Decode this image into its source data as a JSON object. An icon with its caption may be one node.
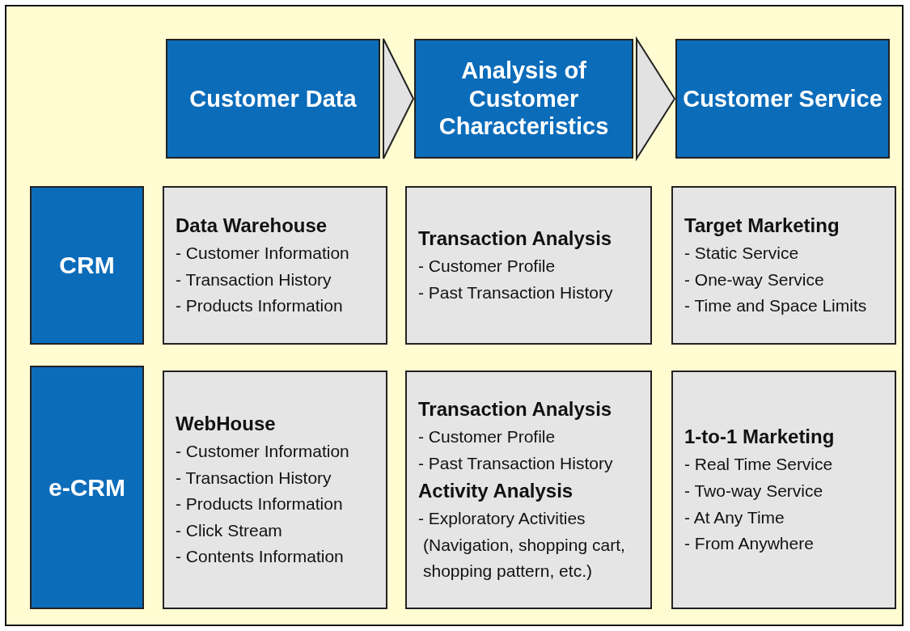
{
  "diagram": {
    "nodes": [
      {
        "text": [
          "Customer Data"
        ]
      },
      {
        "text": [
          "Analysis of Customer Characteristics"
        ]
      },
      {
        "text": [
          "Customer Service"
        ]
      },
      {
        "text": [
          "CRM"
        ]
      },
      {
        "text": [
          "Data Warehouse",
          "- Customer Information",
          "- Transaction History",
          "- Products Information"
        ]
      },
      {
        "text": [
          "Transaction Analysis",
          "- Customer Profile",
          "- Past Transaction History"
        ]
      },
      {
        "text": [
          "Target Marketing",
          "- Static Service",
          "- One-way Service",
          "- Time and Space Limits"
        ]
      },
      {
        "text": [
          "e-CRM"
        ]
      },
      {
        "text": [
          "WebHouse",
          "- Customer Information",
          "- Transaction History",
          "- Products Information",
          "- Click Stream",
          "- Contents Information"
        ]
      },
      {
        "text": [
          "Transaction Analysis",
          "- Customer Profile",
          "- Past Transaction History",
          "Activity Analysis",
          "- Exploratory Activities",
          "(Navigation, shopping cart, shopping pattern, etc.)"
        ]
      },
      {
        "text": [
          "1-to-1 Marketing",
          "- Real Time Service",
          "- Two-way Service",
          "- At Any Time",
          "- From Anywhere"
        ]
      }
    ],
    "edges": [
      {
        "from": 0,
        "to": 1,
        "arrow": "to"
      },
      {
        "from": 1,
        "to": 2,
        "arrow": "to"
      }
    ]
  }
}
